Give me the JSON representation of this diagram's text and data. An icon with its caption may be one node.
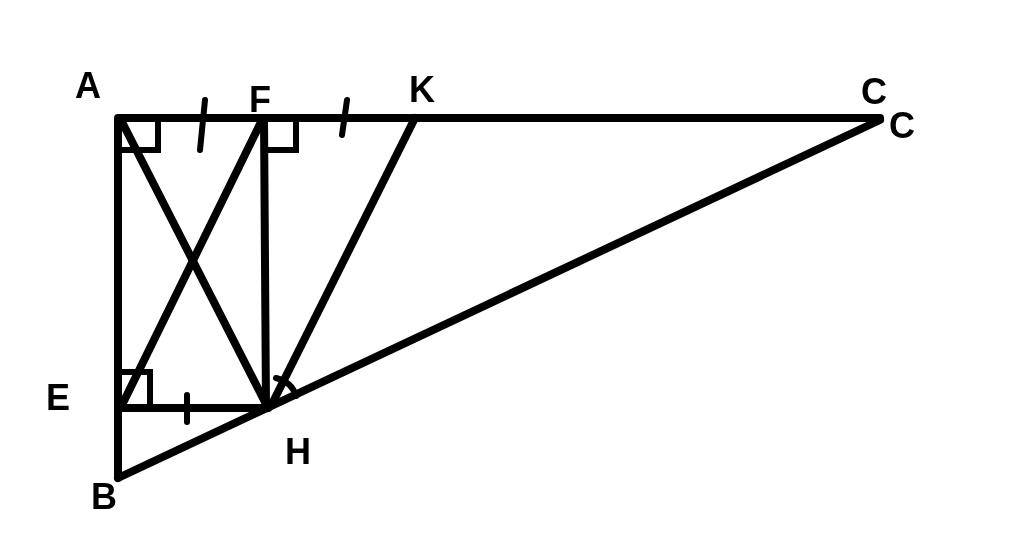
{
  "diagram": {
    "labels": [
      "A",
      "F",
      "K",
      "C",
      "C",
      "E",
      "H",
      "B"
    ]
  }
}
